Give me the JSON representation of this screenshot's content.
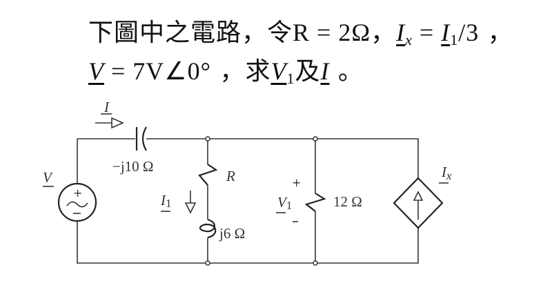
{
  "problem": {
    "line1": {
      "text_cjk": "下圖中之電路，令",
      "r_eq": "R = 2Ω",
      "sep": "，",
      "ix_sym": "I",
      "ix_sub": "x",
      "eq": " = ",
      "i1_sym": "I",
      "i1_sub": "1",
      "div": "/3",
      "end": " ，"
    },
    "line2": {
      "v_sym": "V",
      "v_eq": " = 7V∠0°",
      "sep": " ，",
      "find": "求",
      "v1_sym": "V",
      "v1_sub": "1",
      "and": "及",
      "i_sym": "I",
      "end": " 。"
    }
  },
  "circuit": {
    "source_label": "V",
    "source_type": "ac-voltage-source",
    "current_label": "I",
    "capacitor_label": "−j10 Ω",
    "resistor_label": "R",
    "branch_current_label": "I",
    "branch_current_sub": "1",
    "inductor_label": "j6 Ω",
    "voltage_label": "V",
    "voltage_sub": "1",
    "plus": "+",
    "minus": "−",
    "resistor2_label": "12 Ω",
    "dependent_source_label": "I",
    "dependent_source_sub": "x",
    "dependent_source_type": "dependent-current-source"
  }
}
